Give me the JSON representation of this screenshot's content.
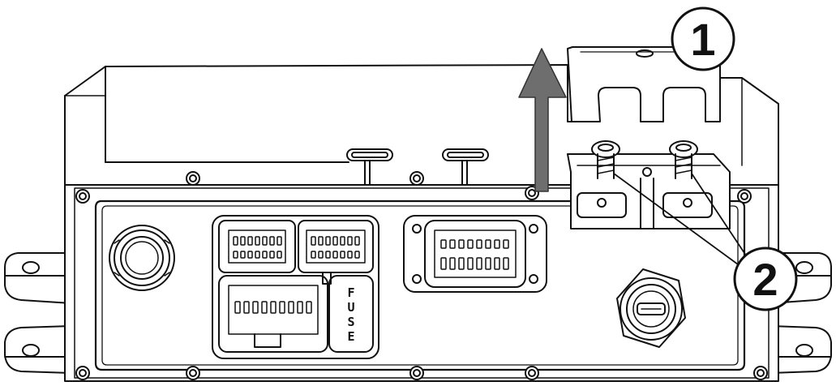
{
  "callouts": [
    {
      "id": "callout-1",
      "label": "1"
    },
    {
      "id": "callout-2",
      "label": "2"
    }
  ],
  "fuse_label": [
    "F",
    "U",
    "S",
    "E"
  ],
  "colors": {
    "line": "#111111",
    "fill": "#ffffff",
    "arrow_fill": "#6e6e6e",
    "shade": "#e6e6e6"
  },
  "icons": {
    "direction_arrow": "up-arrow-icon",
    "screw": "screw-icon"
  }
}
